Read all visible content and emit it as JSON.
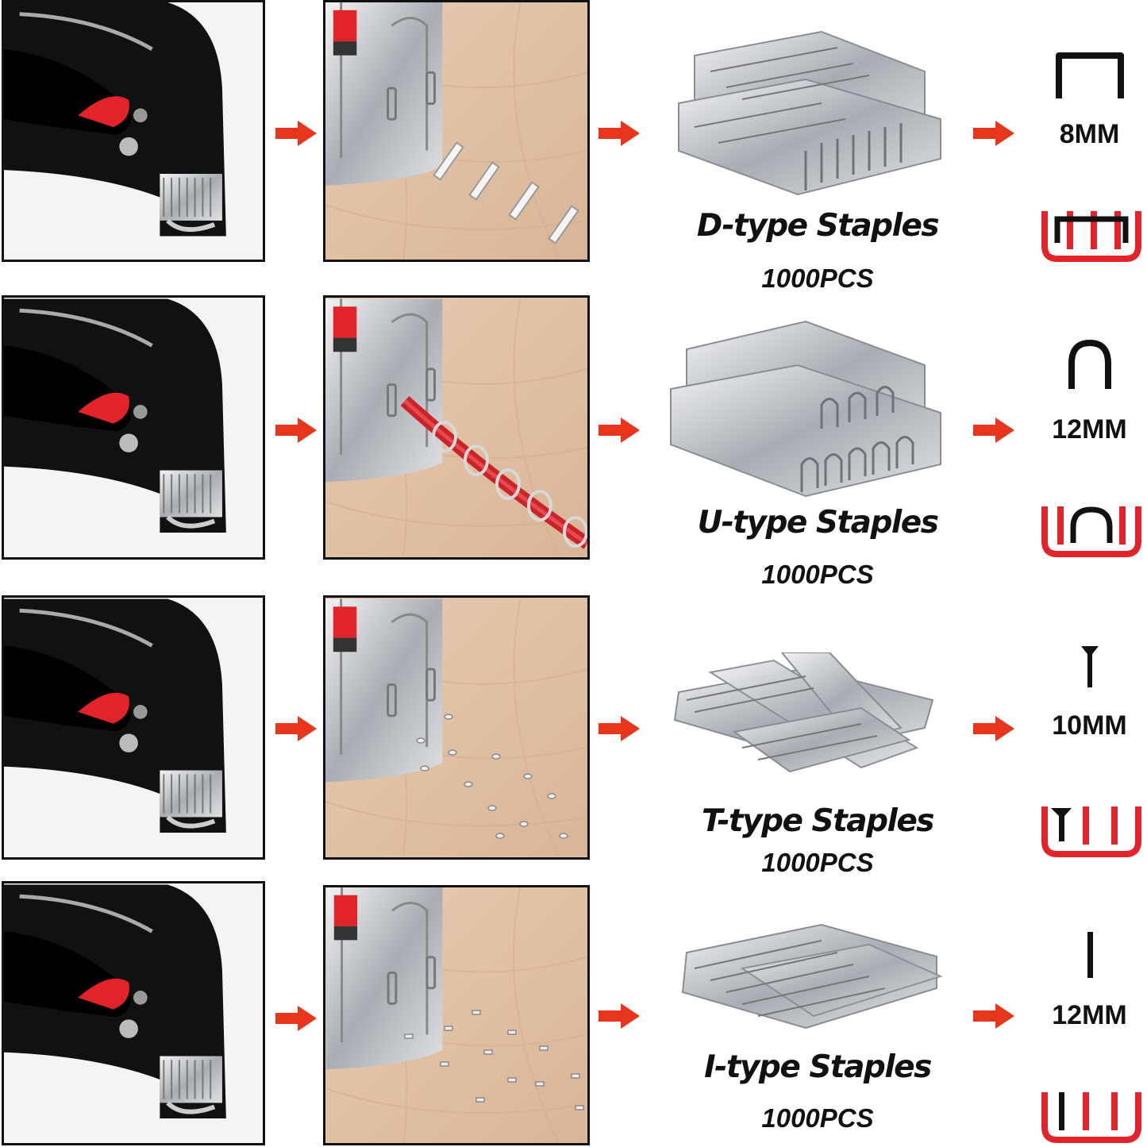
{
  "colors": {
    "arrow": "#e8361d",
    "slot_red": "#e2232a",
    "gun_body": "#111111",
    "wood": "#e3c3a6",
    "metal": "#c9ccd0"
  },
  "rows": [
    {
      "type_label": "D-type Staples",
      "count_label": "1000PCS",
      "size_label": "8MM",
      "shape_icon": "d-staple-icon"
    },
    {
      "type_label": "U-type Staples",
      "count_label": "1000PCS",
      "size_label": "12MM",
      "shape_icon": "u-staple-icon"
    },
    {
      "type_label": "T-type Staples",
      "count_label": "1000PCS",
      "size_label": "10MM",
      "shape_icon": "t-nail-icon"
    },
    {
      "type_label": "I-type Staples",
      "count_label": "1000PCS",
      "size_label": "12MM",
      "shape_icon": "i-nail-icon"
    }
  ]
}
